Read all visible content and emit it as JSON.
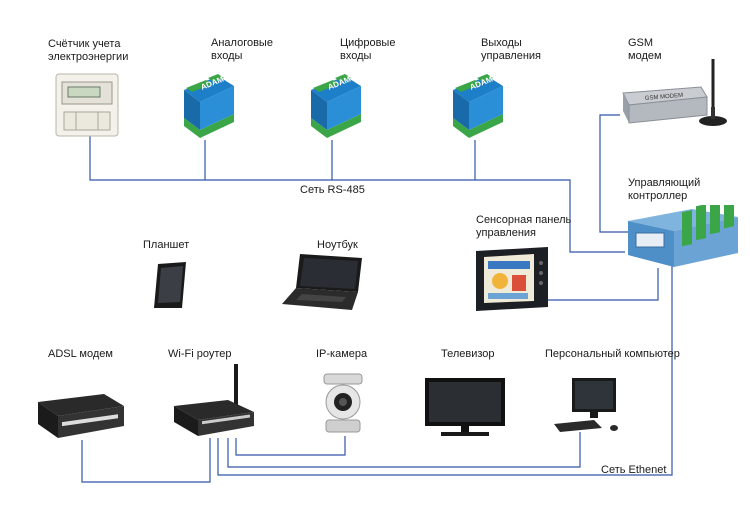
{
  "labels": {
    "meter": [
      "Счётчик учета",
      "электроэнергии"
    ],
    "analog": [
      "Аналоговые",
      "входы"
    ],
    "digital": [
      "Цифровые",
      "входы"
    ],
    "outputs": [
      "Выходы",
      "управления"
    ],
    "gsm": [
      "GSM",
      "модем"
    ],
    "controller": [
      "Управляющий",
      "контроллер"
    ],
    "touch_panel": [
      "Сенсорная панель",
      "управления"
    ],
    "tablet": "Планшет",
    "laptop": "Ноутбук",
    "adsl": "ADSL модем",
    "wifi": "Wi-Fi роутер",
    "ipcam": "IP-камера",
    "tv": "Телевизор",
    "pc": "Персональный компьютер",
    "rs485": "Сеть RS-485",
    "ethernet": "Сеть Ethenet"
  },
  "device_text": {
    "adam": "ADAM",
    "gsm_plate": "GSM MODEM"
  },
  "colors": {
    "wire": "#3355aa",
    "adam_blue": "#2a8fd6",
    "terminal_green": "#3aa648"
  }
}
